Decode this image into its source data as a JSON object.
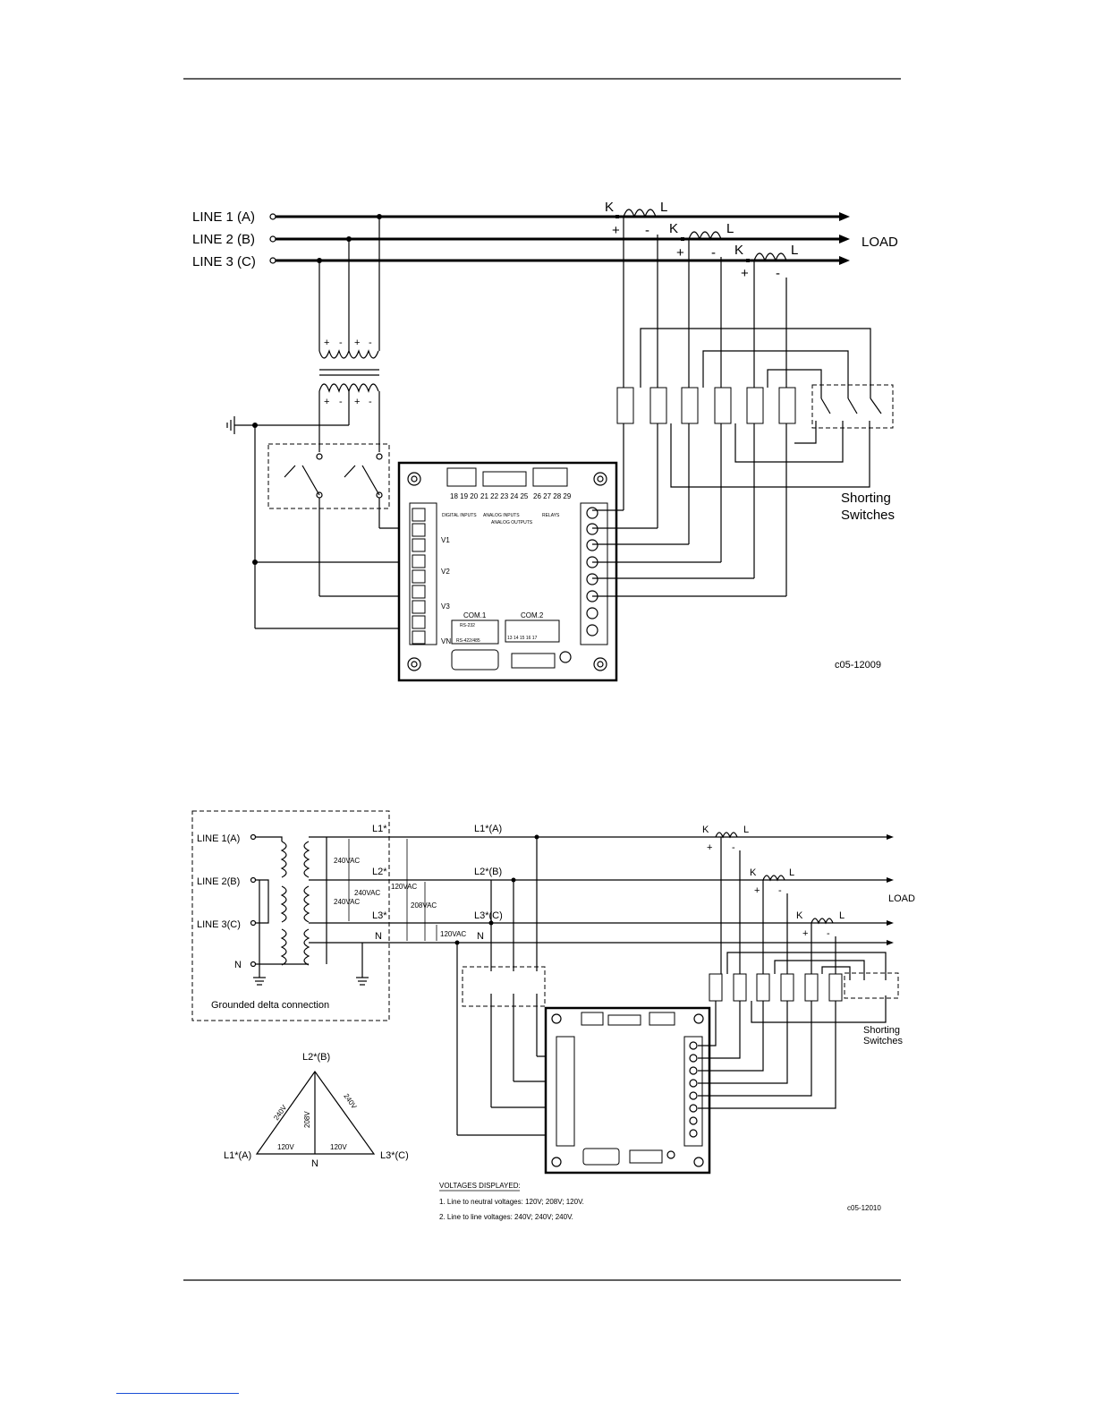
{
  "diagram1": {
    "lines": [
      "LINE 1  (A)",
      "LINE 2  (B)",
      "LINE 3  (C)"
    ],
    "load": "LOAD",
    "ct_k": "K",
    "ct_l": "L",
    "plus": "+",
    "minus": "-",
    "shorting": [
      "Shorting",
      "Switches"
    ],
    "code": "c05-12009",
    "device": {
      "top_nums_left": "18 19 20",
      "top_nums_mid": "21 22 23 24 25",
      "top_nums_right": "26 27 28 29",
      "digital_inputs": "DIGITAL INPUTS",
      "analog_inputs": "ANALOG INPUTS",
      "analog_outputs": "ANALOG OUTPUTS",
      "relays": "RELAYS",
      "v_labels": [
        "V1",
        "V2",
        "V3",
        "VN"
      ],
      "com1": "COM.1",
      "rs232": "RS-232",
      "rs422": "RS-422/485",
      "com2": "COM.2",
      "com2_nums": "13 14 15 16 17"
    }
  },
  "diagram2": {
    "lines": [
      "LINE 1(A)",
      "LINE 2(B)",
      "LINE 3(C)",
      "N"
    ],
    "l1": "L1*(A)",
    "l2": "L2*(B)",
    "l3": "L3*(C)",
    "n": "N",
    "l1_short": "L1*",
    "l2_short": "L2*",
    "l3_short": "L3*",
    "v240a": "240VAC",
    "v240b": "240VAC",
    "v240c": "240VAC",
    "v120a": "120VAC",
    "v208": "208VAC",
    "v120b": "120VAC",
    "grounded": "Grounded delta connection",
    "load": "LOAD",
    "shorting": [
      "Shorting",
      "Switches"
    ],
    "code": "c05-12010",
    "triangle": {
      "top": "L2*(B)",
      "left": "L1*(A)",
      "right": "L3*(C)",
      "side_left": "240V",
      "side_right": "240V",
      "center": "208V",
      "base_left": "120V",
      "base_right": "120V",
      "base_mid": "N"
    },
    "voltages_title": "VOLTAGES DISPLAYED:",
    "voltages": [
      "1. Line to neutral voltages: 120V; 208V; 120V.",
      "2. Line to line voltages: 240V; 240V; 240V."
    ]
  }
}
